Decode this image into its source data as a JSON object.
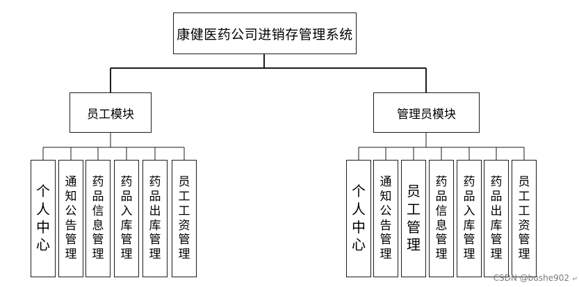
{
  "root": {
    "label": "康健医药公司进销存管理系统"
  },
  "modules": [
    {
      "label": "员工模块",
      "children": [
        "个人中心",
        "通知公告管理",
        "药品信息管理",
        "药品入库管理",
        "药品出库管理",
        "员工工资管理"
      ]
    },
    {
      "label": "管理员模块",
      "children": [
        "个人中心",
        "通知公告管理",
        "员工管理",
        "药品信息管理",
        "药品入库管理",
        "药品出库管理",
        "员工工资管理"
      ]
    }
  ],
  "watermark": "CSDN @bushe902",
  "corner_mark": "↵",
  "colors": {
    "line": "#1a1a1a",
    "box_border": "#1a1a1a",
    "background": "#ffffff",
    "watermark": "#7a7a7a"
  }
}
